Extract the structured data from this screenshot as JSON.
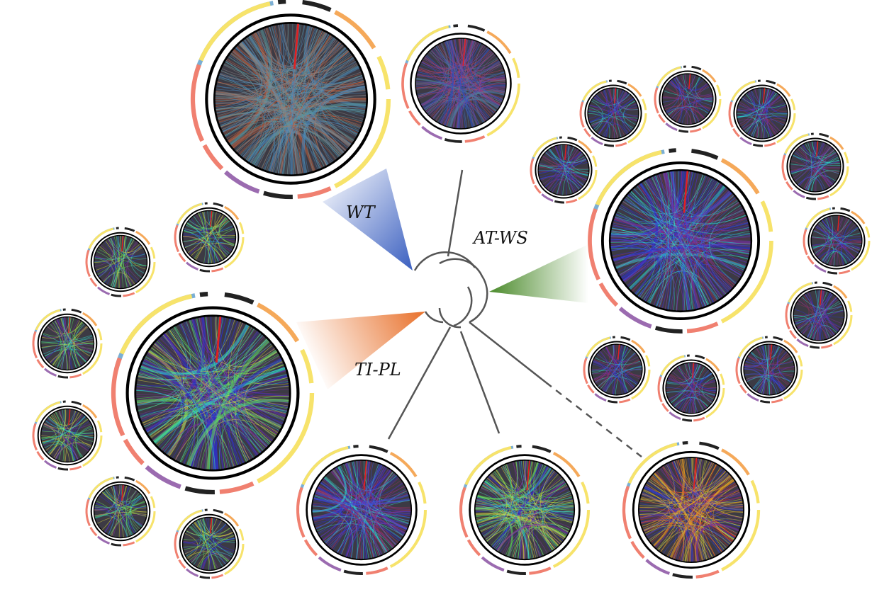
{
  "labels": {
    "wt": "WT",
    "atws": "AT-WS",
    "tipl": "TI-PL"
  },
  "colors": {
    "wt_fan": "#3a5fc0",
    "atws_fan": "#4a8a2a",
    "tipl_fan": "#e8702a",
    "tree": "#555555",
    "segments": [
      "#7bafd4",
      "#f5a95a",
      "#f7e36b",
      "#f08070",
      "#9b6bb0",
      "#222222"
    ]
  }
}
